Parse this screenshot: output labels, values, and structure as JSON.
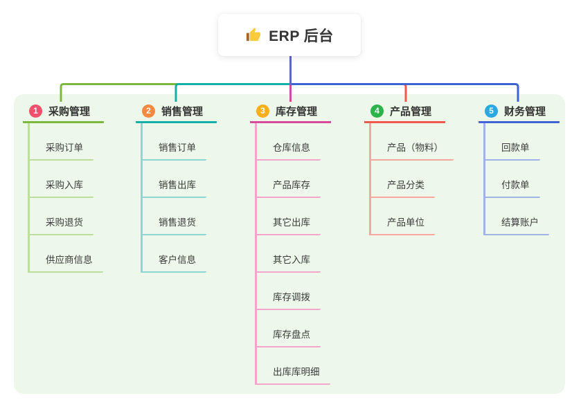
{
  "root": {
    "icon": "thumbs-up-icon",
    "label": "ERP 后台"
  },
  "branches": [
    {
      "badge": "1",
      "title": "采购管理",
      "badge_color": "#F2516D",
      "line_color": "#7CB83E",
      "child_line_color": "#BCDE9A",
      "children": [
        "采购订单",
        "采购入库",
        "采购退货",
        "供应商信息"
      ]
    },
    {
      "badge": "2",
      "title": "销售管理",
      "badge_color": "#F78A40",
      "line_color": "#12B1A7",
      "child_line_color": "#8BD8D2",
      "children": [
        "销售订单",
        "销售出库",
        "销售退货",
        "客户信息"
      ]
    },
    {
      "badge": "3",
      "title": "库存管理",
      "badge_color": "#FCAE1B",
      "line_color": "#D8489B",
      "child_line_color": "#F2A6CC",
      "children": [
        "仓库信息",
        "产品库存",
        "其它出库",
        "其它入库",
        "库存调拨",
        "库存盘点",
        "出库库明细"
      ]
    },
    {
      "badge": "4",
      "title": "产品管理",
      "badge_color": "#2EB34A",
      "line_color": "#F2574E",
      "child_line_color": "#F8A79F",
      "children": [
        "产品（物料）",
        "产品分类",
        "产品单位"
      ]
    },
    {
      "badge": "5",
      "title": "财务管理",
      "badge_color": "#2BA8E2",
      "line_color": "#3F63D2",
      "child_line_color": "#9FB2E8",
      "children": [
        "回款单",
        "付款单",
        "结算账户"
      ]
    }
  ],
  "colors": {
    "page_bg": "#FFFFFF",
    "panel_bg": "#EDF8EA",
    "root_card_bg": "#FFFFFF",
    "root_connector": "#5B68C9",
    "title_text": "#333333",
    "child_text": "#3B3B3B",
    "thumb_hand": "#FBCB3D",
    "thumb_cuff": "#A2672C"
  }
}
